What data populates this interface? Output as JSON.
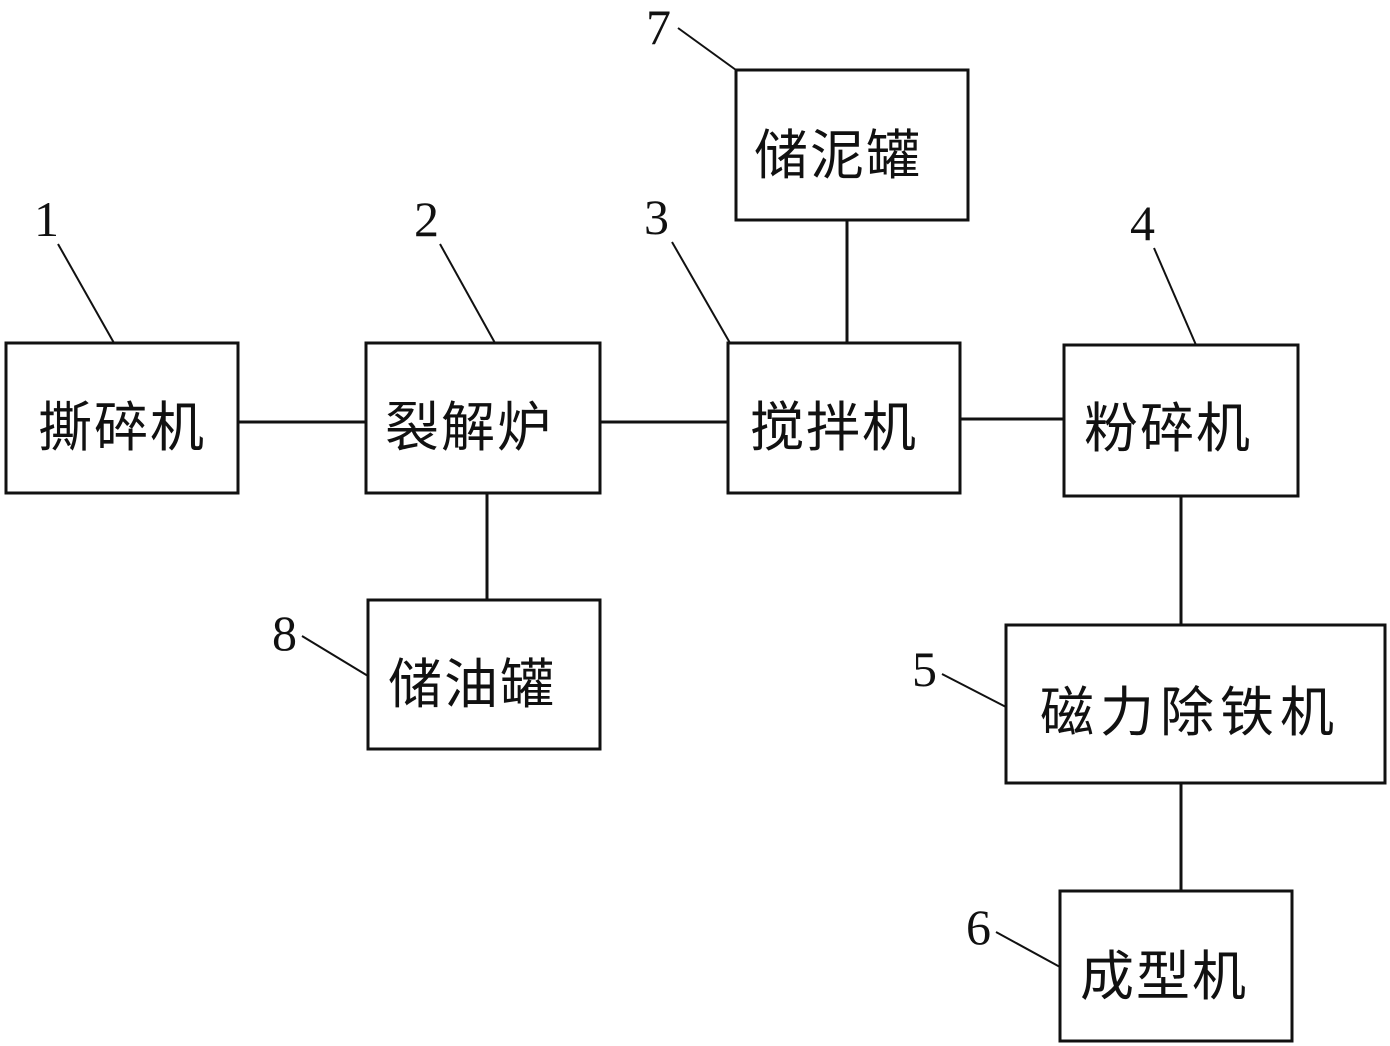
{
  "nodes": [
    {
      "id": "1",
      "label": "撕碎机"
    },
    {
      "id": "2",
      "label": "裂解炉"
    },
    {
      "id": "3",
      "label": "搅拌机"
    },
    {
      "id": "4",
      "label": "粉碎机"
    },
    {
      "id": "5",
      "label": "磁力除铁机"
    },
    {
      "id": "6",
      "label": "成型机"
    },
    {
      "id": "7",
      "label": "储泥罐"
    },
    {
      "id": "8",
      "label": "储油罐"
    }
  ],
  "edges": [
    {
      "from": "1",
      "to": "2"
    },
    {
      "from": "2",
      "to": "3"
    },
    {
      "from": "3",
      "to": "4"
    },
    {
      "from": "7",
      "to": "3"
    },
    {
      "from": "2",
      "to": "8"
    },
    {
      "from": "4",
      "to": "5"
    },
    {
      "from": "5",
      "to": "6"
    }
  ]
}
